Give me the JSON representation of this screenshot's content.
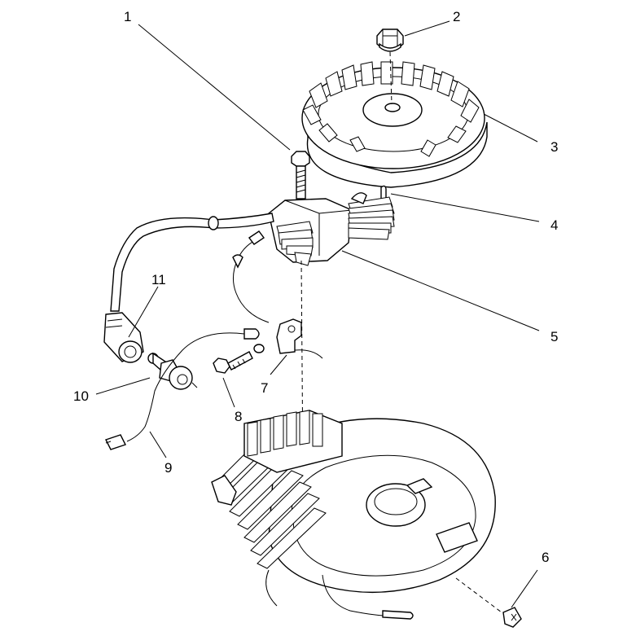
{
  "diagram": {
    "callouts": [
      {
        "label": "1",
        "part": "bolt"
      },
      {
        "label": "2",
        "part": "nut"
      },
      {
        "label": "3",
        "part": "flywheel"
      },
      {
        "label": "4",
        "part": "key"
      },
      {
        "label": "5",
        "part": "ignition-coil"
      },
      {
        "label": "6",
        "part": "screw"
      },
      {
        "label": "7",
        "part": "bracket"
      },
      {
        "label": "8",
        "part": "screw"
      },
      {
        "label": "9",
        "part": "wire"
      },
      {
        "label": "10",
        "part": "spark-plug"
      },
      {
        "label": "11",
        "part": "spark-plug-boot"
      }
    ]
  }
}
